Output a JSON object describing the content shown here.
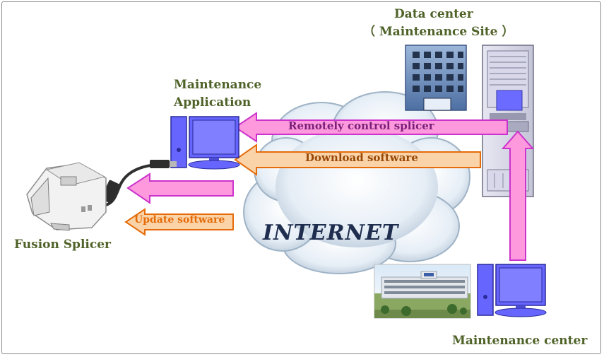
{
  "labels": {
    "data_center_line1": "Data center",
    "data_center_line2": "（ Maintenance Site ）",
    "maintenance_app_line1": "Maintenance",
    "maintenance_app_line2": "Application",
    "fusion_splicer": "Fusion Splicer",
    "maintenance_center": "Maintenance center",
    "internet": "INTERNET"
  },
  "arrows": {
    "remote_control": "Remotely control splicer",
    "download": "Download software",
    "update": "Update software"
  },
  "colors": {
    "text_green": "#4f6228",
    "pink_fill": "#ff99dd",
    "pink_stroke": "#cc33cc",
    "orange_fill": "#fbd3a8",
    "orange_stroke": "#e46c0a",
    "monitor_blue": "#6666ff"
  }
}
